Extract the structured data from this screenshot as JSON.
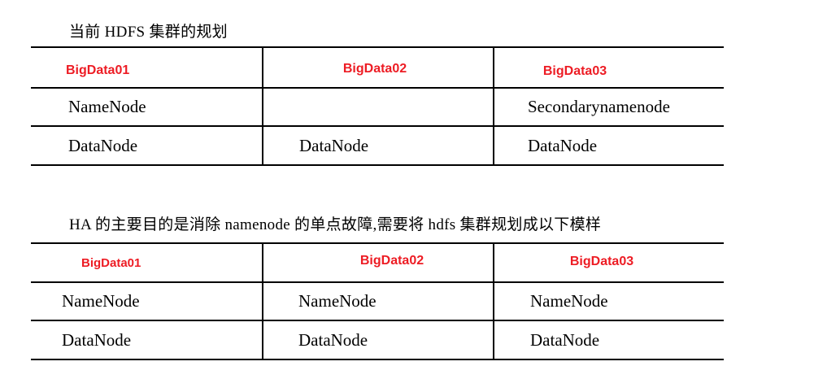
{
  "colors": {
    "page_background": "#FFFFFF",
    "header_text": "#ED1C24",
    "body_text": "#000000",
    "table_border": "#000000"
  },
  "sections": [
    {
      "title": "当前 HDFS 集群的规划",
      "table": {
        "headers": [
          "BigData01",
          "BigData02",
          "BigData03"
        ],
        "rows": [
          [
            "NameNode",
            "",
            "Secondarynamenode"
          ],
          [
            "DataNode",
            "DataNode",
            "DataNode"
          ]
        ]
      }
    },
    {
      "title": "HA 的主要目的是消除 namenode 的单点故障,需要将 hdfs 集群规划成以下模样",
      "table": {
        "headers": [
          "BigData01",
          "BigData02",
          "BigData03"
        ],
        "rows": [
          [
            "NameNode",
            "NameNode",
            "NameNode"
          ],
          [
            "DataNode",
            "DataNode",
            "DataNode"
          ]
        ]
      }
    }
  ]
}
